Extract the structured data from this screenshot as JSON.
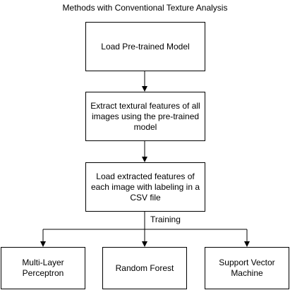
{
  "diagram": {
    "title": "Methods with Conventional Texture Analysis",
    "nodes": {
      "load_model": "Load Pre-trained Model",
      "extract_features": "Extract textural features of all images using the pre-trained model",
      "load_features": "Load extracted features of each image with labeling in a CSV file",
      "mlp": "Multi-Layer Perceptron",
      "random_forest": "Random Forest",
      "svm": "Support Vector Machine"
    },
    "edge_labels": {
      "training": "Training"
    },
    "colors": {
      "stroke": "#000000",
      "fill": "#ffffff",
      "text": "#000000"
    }
  }
}
